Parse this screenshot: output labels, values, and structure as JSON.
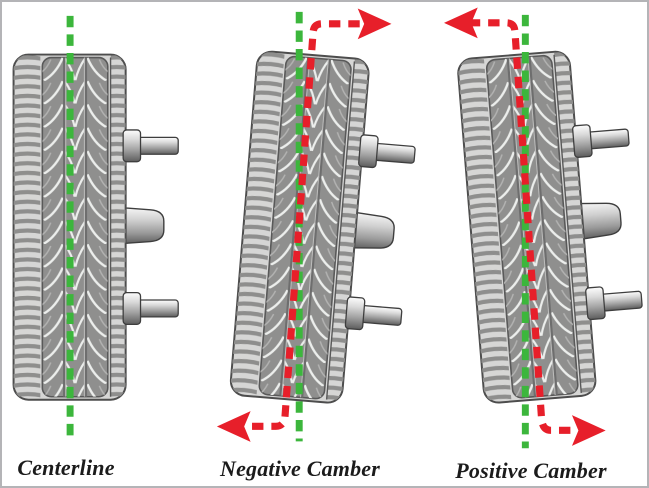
{
  "figure": {
    "panels": [
      {
        "id": "centerline",
        "label": "Centerline"
      },
      {
        "id": "negative-camber",
        "label": "Negative Camber"
      },
      {
        "id": "positive-camber",
        "label": "Positive Camber"
      }
    ],
    "colors": {
      "centerline_green": "#3cb63c",
      "camber_red": "#e71f2a",
      "tire_light": "#d6d6d5",
      "tire_dark": "#8f8f8e",
      "tire_outline": "#4d4d4d",
      "label_text": "#1b1b1b"
    }
  }
}
